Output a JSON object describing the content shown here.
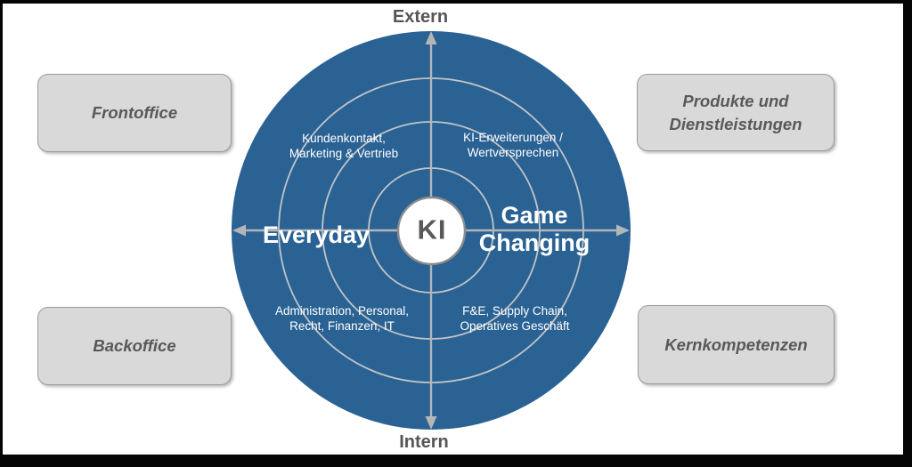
{
  "poles": {
    "top": "Extern",
    "bottom": "Intern"
  },
  "side_boxes": [
    {
      "id": "frontoffice",
      "label": "Frontoffice"
    },
    {
      "id": "produkte-dienstleistungen",
      "label": "Produkte und\nDienstleistungen"
    },
    {
      "id": "backoffice",
      "label": "Backoffice"
    },
    {
      "id": "kernkompetenzen",
      "label": "Kernkompetenzen"
    }
  ],
  "bullseye": {
    "center": "KI",
    "left_zone": "Everyday",
    "right_zone": "Game\nChanging",
    "quadrants": {
      "top_left": "Kundenkontakt,\nMarketing & Vertrieb",
      "top_right": "KI-Erweiterungen /\nWertversprechen",
      "bottom_left": "Administration, Personal,\nRecht, Finanzen, IT",
      "bottom_right": "F&E, Supply Chain,\nOperatives Geschäft"
    }
  },
  "colors": {
    "diagram_blue": "#2a6294",
    "ring_gray": "#c0c4c7",
    "axis_gray": "#b2b6b9",
    "hub_fill": "#ffffff",
    "hub_border": "#8c8c8c",
    "box_fill": "#d9d9d9",
    "box_border": "#9b9b9b",
    "box_text": "#595959",
    "dark_text": "#565656",
    "white_text": "#ffffff"
  }
}
